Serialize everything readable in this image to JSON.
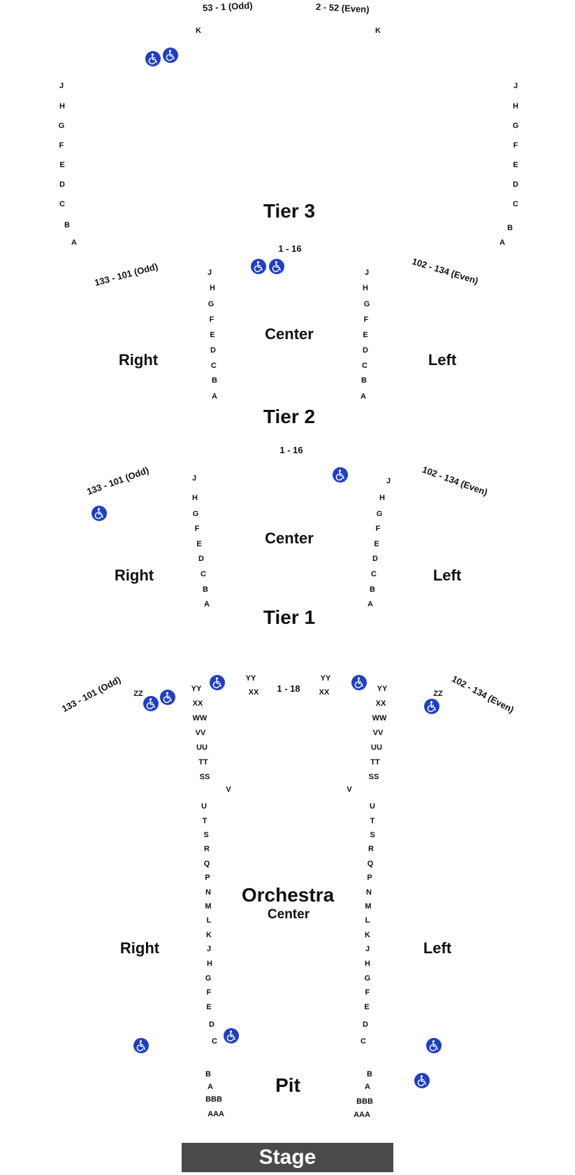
{
  "tier3": {
    "title": "Tier 3",
    "range_left": "53 - 1 (Odd)",
    "range_right": "2 - 52 (Even)",
    "top_row": "K",
    "rows": [
      "J",
      "H",
      "G",
      "F",
      "E",
      "D",
      "C",
      "B",
      "A"
    ],
    "center_range": "1 - 16"
  },
  "tier2": {
    "title": "Tier 2",
    "range_left": "133 - 101 (Odd)",
    "range_right": "102 - 134 (Even)",
    "center_label": "Center",
    "right_label": "Right",
    "left_label": "Left",
    "rows": [
      "J",
      "H",
      "G",
      "F",
      "E",
      "D",
      "C",
      "B",
      "A"
    ],
    "center_range": "1 - 16"
  },
  "tier1": {
    "title": "Tier 1",
    "range_left": "133 - 101 (Odd)",
    "range_right": "102 - 134 (Even)",
    "center_label": "Center",
    "right_label": "Right",
    "left_label": "Left",
    "rows": [
      "J",
      "H",
      "G",
      "F",
      "E",
      "D",
      "C",
      "B",
      "A"
    ]
  },
  "orchestra": {
    "title": "Orchestra",
    "center_label": "Center",
    "right_label": "Right",
    "left_label": "Left",
    "range_left": "133 - 101 (Odd)",
    "range_right": "102 - 134 (Even)",
    "center_range": "1 - 18",
    "zz": "ZZ",
    "yy": "YY",
    "xx": "XX",
    "v": "V",
    "rows_upper": [
      "YY",
      "XX",
      "WW",
      "VV",
      "UU",
      "TT",
      "SS"
    ],
    "rows_lower": [
      "U",
      "T",
      "S",
      "R",
      "Q",
      "P",
      "N",
      "M",
      "L",
      "K",
      "J",
      "H",
      "G",
      "F",
      "E",
      "D",
      "C"
    ],
    "pit_rows": [
      "B",
      "A",
      "BBB",
      "AAA"
    ]
  },
  "pit": {
    "title": "Pit"
  },
  "stage": {
    "title": "Stage"
  },
  "icons": {
    "accessible": "wheelchair-icon",
    "color": "#1f3fc4"
  }
}
